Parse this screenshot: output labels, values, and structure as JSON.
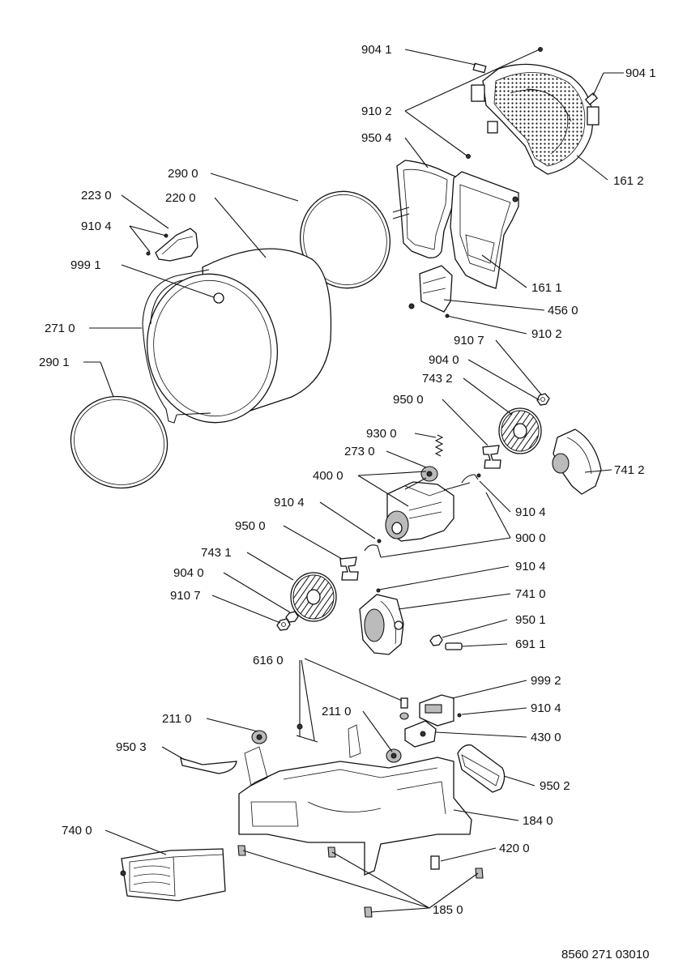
{
  "labels": {
    "l9041a": "904 1",
    "l9041b": "904 1",
    "l9102a": "910 2",
    "l9504": "950 4",
    "l2900": "290 0",
    "l2230": "223 0",
    "l2200": "220 0",
    "l9104a": "910 4",
    "l1612": "161 2",
    "l9991": "999 1",
    "l1611": "161 1",
    "l4560": "456 0",
    "l2710": "271 0",
    "l9102b": "910 2",
    "l2901": "290 1",
    "l9107a": "910 7",
    "l9040a": "904  0",
    "l7432": "743 2",
    "l9500a": "950 0",
    "l9300": "930 0",
    "l7412": "741 2",
    "l2730": "273 0",
    "l4000": "400 0",
    "l9104b": "910 4",
    "l9104c": "910 4",
    "l9000": "900 0",
    "l9500b": "950 0",
    "l7431": "743 1",
    "l9104d": "910 4",
    "l9040b": "904  0",
    "l7410": "741 0",
    "l9107b": "910 7",
    "l9501": "950 1",
    "l6911": "691 1",
    "l6160": "616 0",
    "l9992": "999 2",
    "l2110a": "211 0",
    "l2110b": "211 0",
    "l9104e": "910 4",
    "l4300": "430 0",
    "l9503": "950 3",
    "l9502": "950 2",
    "l1840": "184 0",
    "l7400": "740 0",
    "l4200": "420 0",
    "l1850": "185 0"
  },
  "footer": {
    "code": "8560 271 03010"
  },
  "icons": {
    "drum": "dryer-drum",
    "motor": "motor",
    "fan": "fan-impeller",
    "base": "base-frame",
    "heater": "heater-element"
  }
}
